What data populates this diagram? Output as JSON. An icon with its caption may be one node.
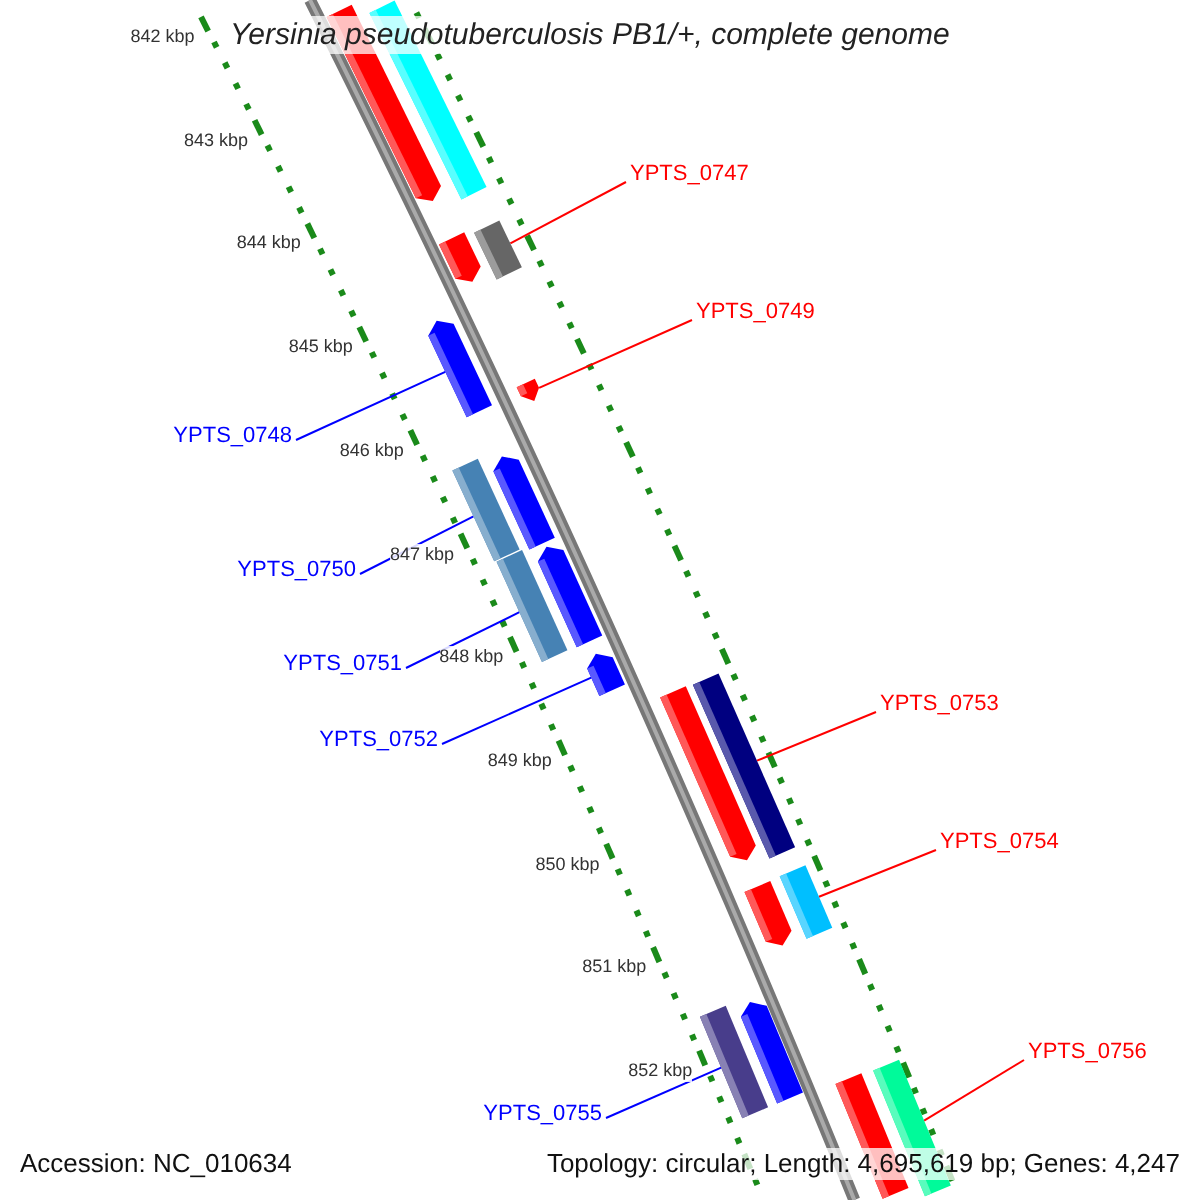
{
  "diagram": {
    "title": "Yersinia pseudotuberculosis PB1/+, complete genome",
    "nodes": [
      {
        "text": [],
        "shape": "bar"
      },
      {
        "text": [],
        "shape": "bar"
      },
      {
        "text": [],
        "shape": "bar"
      },
      {
        "text": [],
        "shape": "bar"
      },
      {
        "text": [],
        "shape": "bar"
      },
      {
        "text": [],
        "shape": "bar"
      },
      {
        "text": [],
        "shape": "bar"
      },
      {
        "text": [],
        "shape": "bar"
      },
      {
        "text": [],
        "shape": "bar"
      },
      {
        "text": [],
        "shape": "bar"
      },
      {
        "text": [],
        "shape": "bar"
      },
      {
        "text": [],
        "shape": "bar"
      },
      {
        "text": [],
        "shape": "bar"
      },
      {
        "text": [],
        "shape": "bar"
      },
      {
        "text": [],
        "shape": "bar"
      },
      {
        "text": [],
        "shape": "bar"
      },
      {
        "text": [],
        "shape": "bar"
      },
      {
        "text": [],
        "shape": "bar"
      },
      {
        "text": [],
        "shape": "bar"
      },
      {
        "text": [
          "YPTS_0747"
        ]
      },
      {
        "text": [
          "YPTS_0749"
        ]
      },
      {
        "text": [
          "YPTS_0748"
        ]
      },
      {
        "text": [
          "YPTS_0750"
        ]
      },
      {
        "text": [
          "YPTS_0751"
        ]
      },
      {
        "text": [
          "YPTS_0752"
        ]
      },
      {
        "text": [
          "YPTS_0753"
        ]
      },
      {
        "text": [
          "YPTS_0754"
        ]
      },
      {
        "text": [
          "YPTS_0755"
        ]
      },
      {
        "text": [
          "YPTS_0756"
        ]
      }
    ],
    "edges": [
      {
        "from": 19,
        "to": 3,
        "arrow": "none",
        "color": "#ff0000"
      },
      {
        "from": 20,
        "to": 5,
        "arrow": "none",
        "color": "#ff0000"
      },
      {
        "from": 21,
        "to": 4,
        "arrow": "none",
        "color": "#0000ff"
      },
      {
        "from": 22,
        "to": 6,
        "arrow": "none",
        "color": "#0000ff"
      },
      {
        "from": 23,
        "to": 8,
        "arrow": "none",
        "color": "#0000ff"
      },
      {
        "from": 24,
        "to": 10,
        "arrow": "none",
        "color": "#0000ff"
      },
      {
        "from": 25,
        "to": 12,
        "arrow": "none",
        "color": "#ff0000"
      },
      {
        "from": 26,
        "to": 14,
        "arrow": "none",
        "color": "#ff0000"
      },
      {
        "from": 27,
        "to": 15,
        "arrow": "none",
        "color": "#0000ff"
      },
      {
        "from": 28,
        "to": 18,
        "arrow": "none",
        "color": "#ff0000"
      }
    ],
    "labels": [
      "842 kbp",
      "843 kbp",
      "844 kbp",
      "845 kbp",
      "846 kbp",
      "847 kbp",
      "848 kbp",
      "849 kbp",
      "850 kbp",
      "851 kbp",
      "852 kbp",
      "Accession: NC_010634",
      "Topology: circular; Length: 4,695,619 bp; Genes: 4,247"
    ]
  }
}
